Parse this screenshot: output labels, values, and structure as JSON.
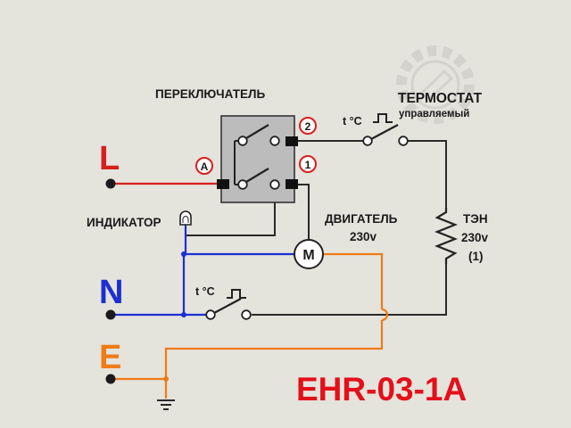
{
  "labels": {
    "switch": "ПЕРЕКЛЮЧАТЕЛЬ",
    "thermostat_title": "ТЕРМОСТАТ",
    "thermostat_sub": "управляемый",
    "indicator": "ИНДИКАТОР",
    "motor": "ДВИГАТЕЛЬ",
    "motor_voltage": "230v",
    "heater": "ТЭН",
    "heater_voltage": "230v",
    "heater_count": "(1)",
    "model": "EHR-03-1A"
  },
  "terminals": {
    "L": "L",
    "N": "N",
    "E": "E",
    "A": "A",
    "one": "1",
    "two": "2",
    "motor_symbol": "M"
  },
  "thermo_symbols": {
    "upper": "t °C",
    "lower": "t °C"
  },
  "colors": {
    "live": "#d62020",
    "neutral": "#1c2fd0",
    "earth": "#ef7b16",
    "wire": "#2a2a2a",
    "model": "#e3101a"
  }
}
